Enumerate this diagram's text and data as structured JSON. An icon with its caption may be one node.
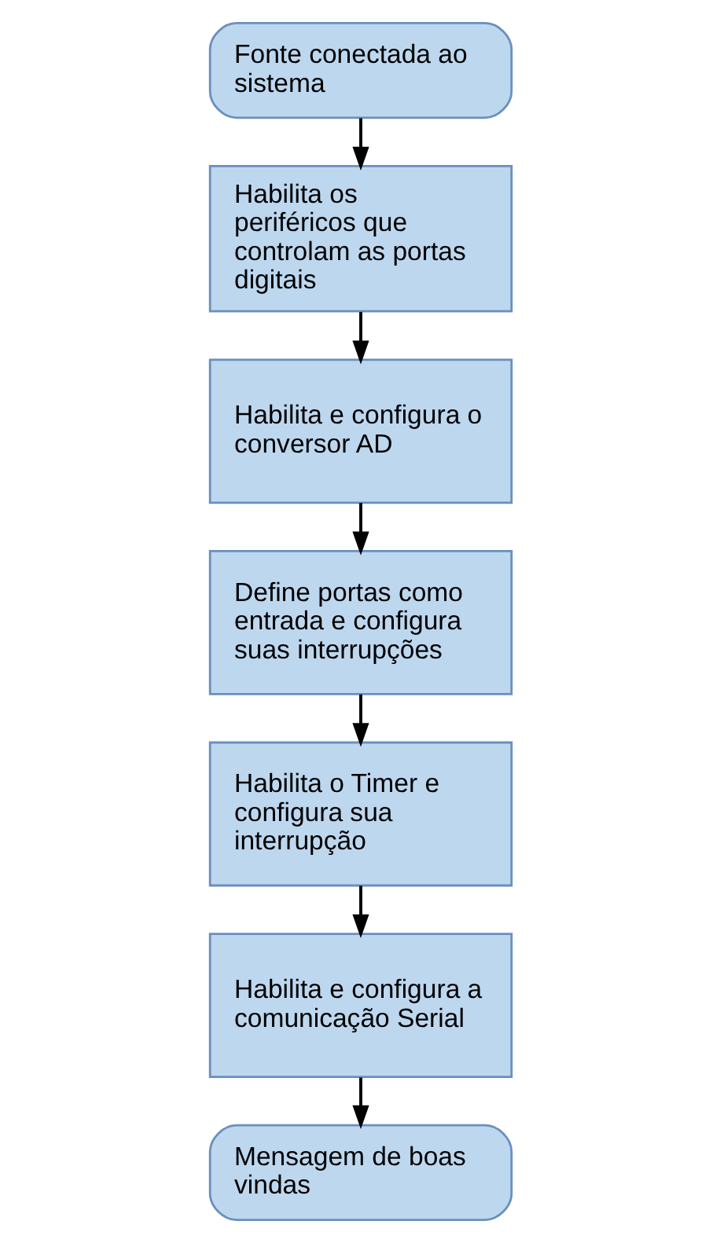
{
  "diagram": {
    "nodes": [
      {
        "text": [
          "Fonte conectada ao sistema"
        ]
      },
      {
        "text": [
          "Habilita os periféricos que controlam as portas digitais"
        ]
      },
      {
        "text": [
          "Habilita e configura o conversor AD"
        ]
      },
      {
        "text": [
          "Define portas como entrada e configura suas interrupções"
        ]
      },
      {
        "text": [
          "Habilita o Timer e configura sua interrupção"
        ]
      },
      {
        "text": [
          "Habilita e configura a comunicação Serial"
        ]
      },
      {
        "text": [
          "Mensagem de boas vindas"
        ]
      }
    ],
    "edges": [
      {
        "from": 0,
        "to": 1,
        "arrow": "to"
      },
      {
        "from": 1,
        "to": 2,
        "arrow": "to"
      },
      {
        "from": 2,
        "to": 3,
        "arrow": "to"
      },
      {
        "from": 3,
        "to": 4,
        "arrow": "to"
      },
      {
        "from": 4,
        "to": 5,
        "arrow": "to"
      },
      {
        "from": 5,
        "to": 6,
        "arrow": "to"
      }
    ]
  }
}
